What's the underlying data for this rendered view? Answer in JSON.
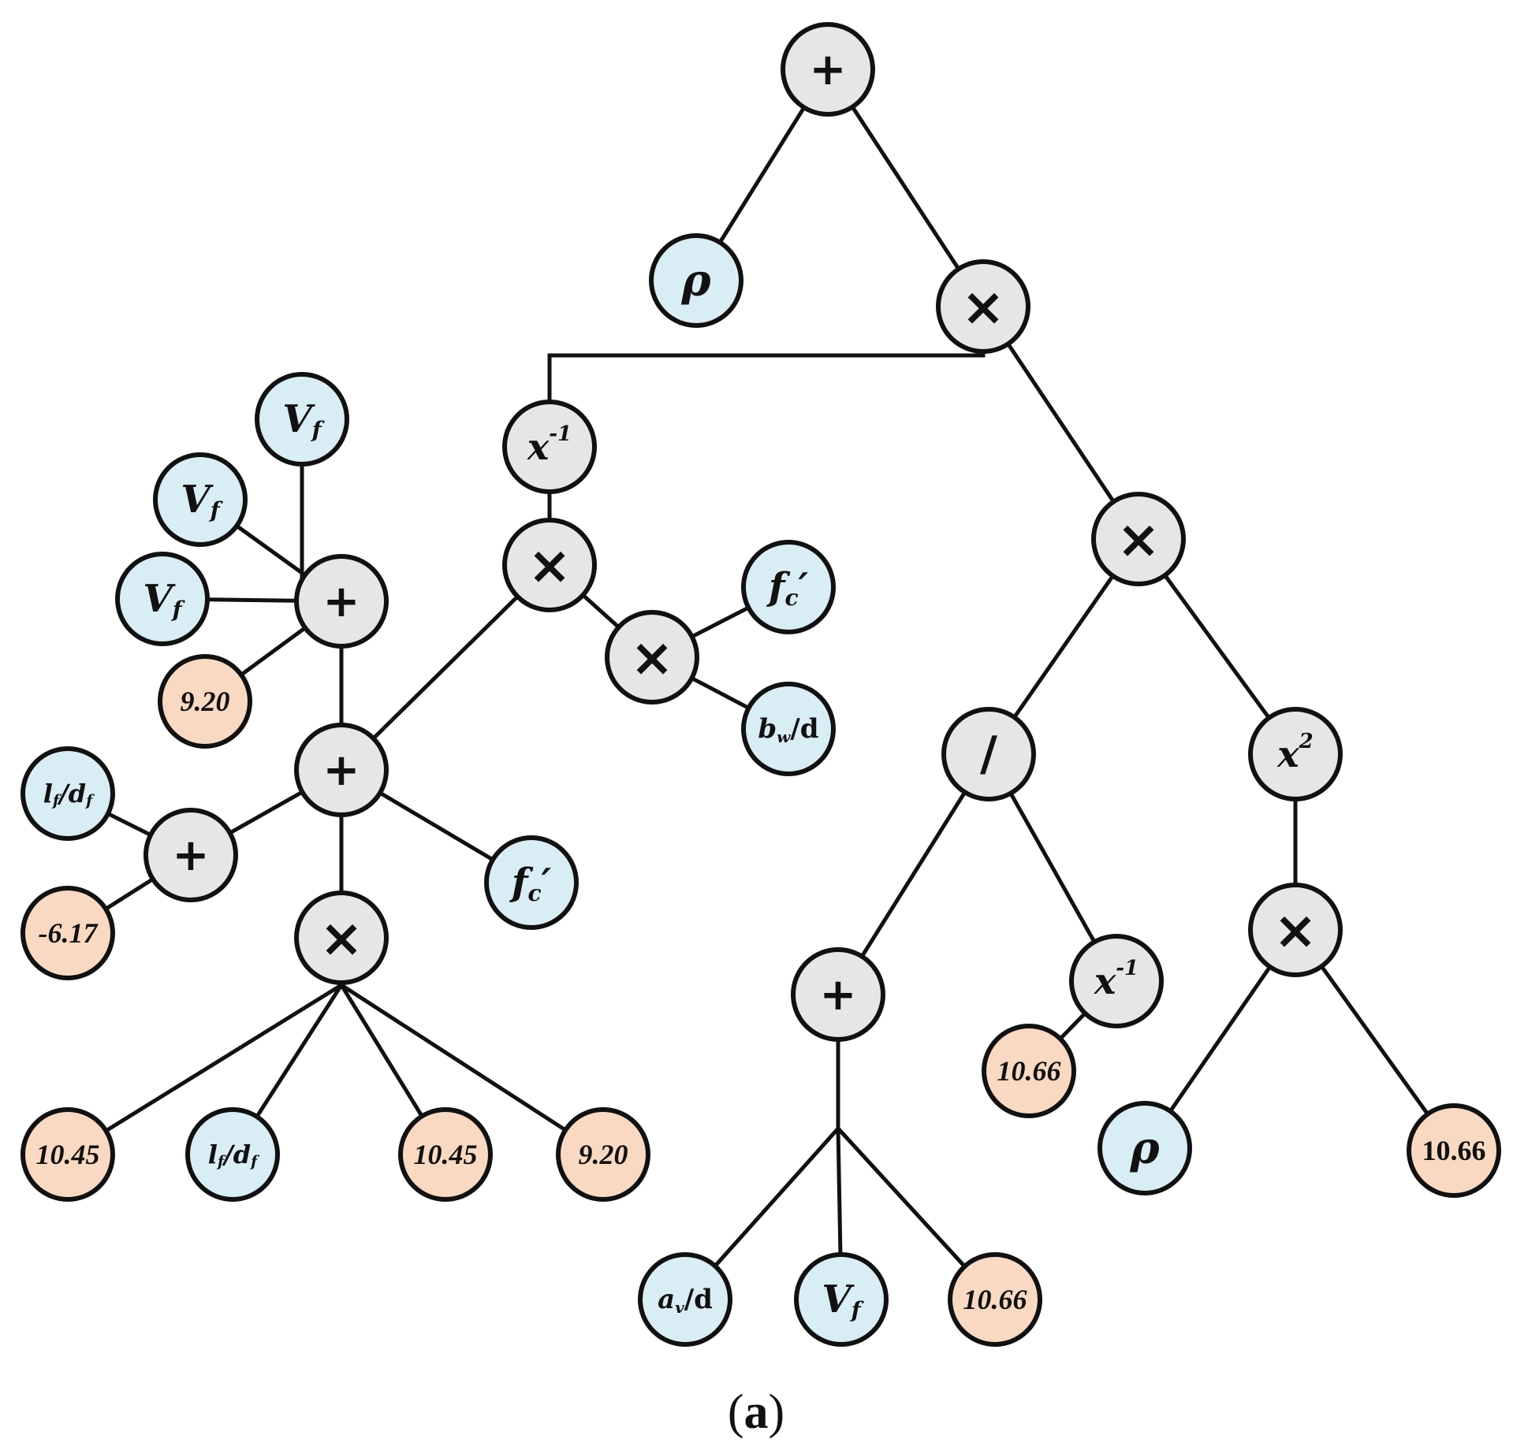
{
  "caption": {
    "open": "(",
    "letter": "a",
    "close": ")"
  },
  "colors": {
    "operator_fill": "#e6e6e6",
    "variable_fill": "#d9edf5",
    "constant_fill": "#f9d9c2",
    "stroke": "#111111"
  },
  "nodes": [
    {
      "id": "root_plus",
      "kind": "op",
      "label": "+"
    },
    {
      "id": "rho_top",
      "kind": "var",
      "label": "ρ"
    },
    {
      "id": "times_top",
      "kind": "op",
      "label": "×"
    },
    {
      "id": "inv_left",
      "kind": "op",
      "label": "x",
      "sup": "-1"
    },
    {
      "id": "times_mid",
      "kind": "op",
      "label": "×"
    },
    {
      "id": "times_fc",
      "kind": "op",
      "label": "×"
    },
    {
      "id": "fc_top",
      "kind": "var",
      "label": "f",
      "sub": "c",
      "prime": "′"
    },
    {
      "id": "bw_d",
      "kind": "var",
      "label": "b",
      "sub": "w",
      "suffix": "/d"
    },
    {
      "id": "plus_center",
      "kind": "op",
      "label": "+"
    },
    {
      "id": "plus_upper",
      "kind": "op",
      "label": "+"
    },
    {
      "id": "vf_1",
      "kind": "var",
      "label": "V",
      "sub": "f"
    },
    {
      "id": "vf_2",
      "kind": "var",
      "label": "V",
      "sub": "f"
    },
    {
      "id": "vf_3",
      "kind": "var",
      "label": "V",
      "sub": "f"
    },
    {
      "id": "c_920_a",
      "kind": "const",
      "label": "9.20"
    },
    {
      "id": "plus_small",
      "kind": "op",
      "label": "+"
    },
    {
      "id": "lf_df_1",
      "kind": "var",
      "label": "l",
      "sub": "f",
      "mid": "/d",
      "sub2": "f"
    },
    {
      "id": "c_m617",
      "kind": "const",
      "label": "-6.17"
    },
    {
      "id": "fc_mid",
      "kind": "var",
      "label": "f",
      "sub": "c",
      "prime": "′"
    },
    {
      "id": "times_bottom",
      "kind": "op",
      "label": "×"
    },
    {
      "id": "c_1045_a",
      "kind": "const",
      "label": "10.45"
    },
    {
      "id": "lf_df_2",
      "kind": "var",
      "label": "l",
      "sub": "f",
      "mid": "/d",
      "sub2": "f"
    },
    {
      "id": "c_1045_b",
      "kind": "const",
      "label": "10.45"
    },
    {
      "id": "c_920_b",
      "kind": "const",
      "label": "9.20"
    },
    {
      "id": "times_right",
      "kind": "op",
      "label": "×"
    },
    {
      "id": "div",
      "kind": "op",
      "label": "/"
    },
    {
      "id": "sq",
      "kind": "op",
      "label": "x",
      "sup": "2"
    },
    {
      "id": "plus_right",
      "kind": "op",
      "label": "+"
    },
    {
      "id": "inv_right",
      "kind": "op",
      "label": "x",
      "sup": "-1"
    },
    {
      "id": "c_1066_a",
      "kind": "const",
      "label": "10.66"
    },
    {
      "id": "av_d",
      "kind": "var",
      "label": "a",
      "sub": "v",
      "suffix": "/d",
      "upright": true
    },
    {
      "id": "vf_4",
      "kind": "var",
      "label": "V",
      "sub": "f"
    },
    {
      "id": "c_1066_b",
      "kind": "const",
      "label": "10.66"
    },
    {
      "id": "times_sq",
      "kind": "op",
      "label": "×"
    },
    {
      "id": "rho_bottom",
      "kind": "var",
      "label": "ρ"
    },
    {
      "id": "c_1066_c",
      "kind": "const",
      "label": "10.66",
      "upright": true
    }
  ],
  "edges": [
    [
      "root_plus",
      "rho_top"
    ],
    [
      "root_plus",
      "times_top"
    ],
    [
      "times_top",
      "inv_left"
    ],
    [
      "times_top",
      "times_right"
    ],
    [
      "inv_left",
      "times_mid"
    ],
    [
      "times_mid",
      "times_fc"
    ],
    [
      "times_mid",
      "plus_center"
    ],
    [
      "times_fc",
      "fc_top"
    ],
    [
      "times_fc",
      "bw_d"
    ],
    [
      "plus_center",
      "plus_upper"
    ],
    [
      "plus_center",
      "plus_small"
    ],
    [
      "plus_center",
      "fc_mid"
    ],
    [
      "plus_center",
      "times_bottom"
    ],
    [
      "plus_upper",
      "vf_1"
    ],
    [
      "plus_upper",
      "vf_2"
    ],
    [
      "plus_upper",
      "vf_3"
    ],
    [
      "plus_upper",
      "c_920_a"
    ],
    [
      "plus_small",
      "lf_df_1"
    ],
    [
      "plus_small",
      "c_m617"
    ],
    [
      "times_bottom",
      "c_1045_a"
    ],
    [
      "times_bottom",
      "lf_df_2"
    ],
    [
      "times_bottom",
      "c_1045_b"
    ],
    [
      "times_bottom",
      "c_920_b"
    ],
    [
      "times_right",
      "div"
    ],
    [
      "times_right",
      "sq"
    ],
    [
      "div",
      "plus_right"
    ],
    [
      "div",
      "inv_right"
    ],
    [
      "inv_right",
      "c_1066_a"
    ],
    [
      "plus_right",
      "av_d"
    ],
    [
      "plus_right",
      "vf_4"
    ],
    [
      "plus_right",
      "c_1066_b"
    ],
    [
      "sq",
      "times_sq"
    ],
    [
      "times_sq",
      "rho_bottom"
    ],
    [
      "times_sq",
      "c_1066_c"
    ]
  ]
}
